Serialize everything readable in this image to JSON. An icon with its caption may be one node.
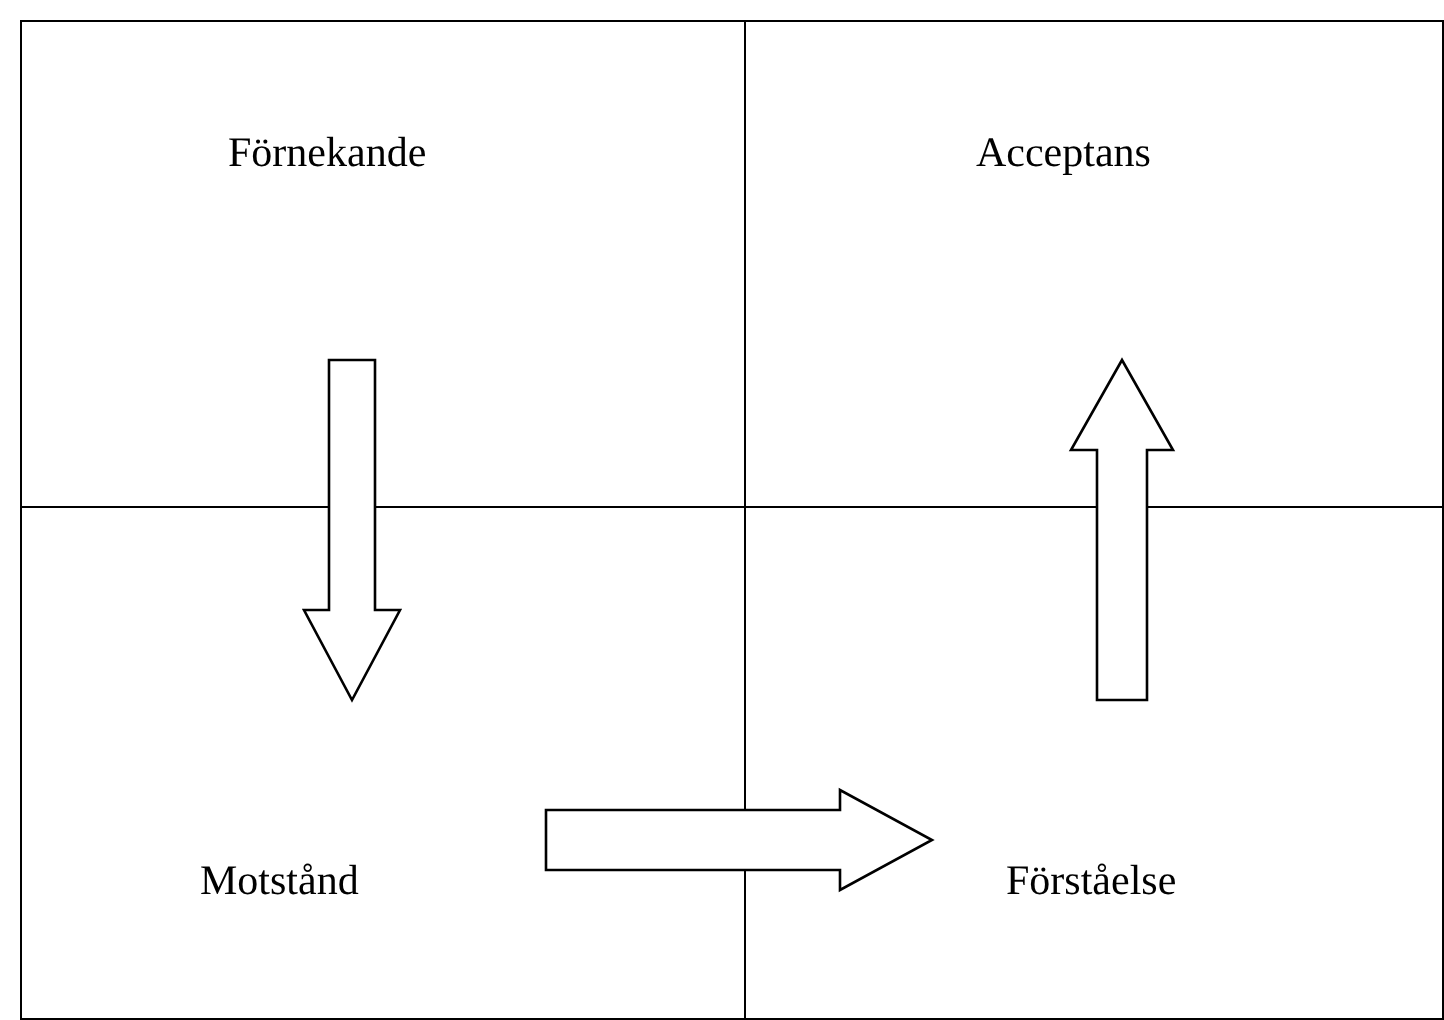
{
  "diagram": {
    "nodes": [
      {
        "text": [
          "Förnekande"
        ]
      },
      {
        "text": [
          "Acceptans"
        ]
      },
      {
        "text": [
          "Motstånd"
        ]
      },
      {
        "text": [
          "Förståelse"
        ]
      }
    ],
    "edges": [
      {
        "from": 0,
        "to": 2,
        "arrow": "to"
      },
      {
        "from": 2,
        "to": 3,
        "arrow": "to"
      },
      {
        "from": 3,
        "to": 1,
        "arrow": "to"
      }
    ]
  }
}
